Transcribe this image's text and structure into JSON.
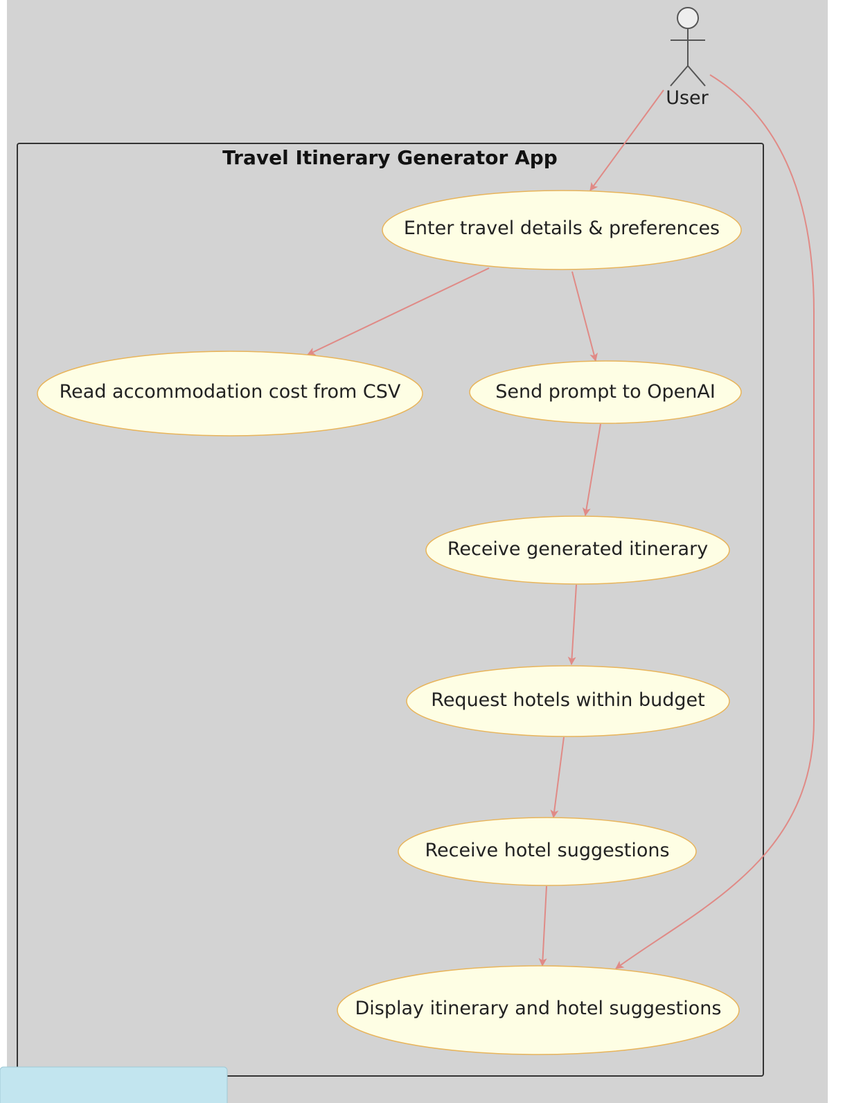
{
  "diagram": {
    "type": "use-case",
    "colors": {
      "background": "#d3d3d3",
      "usecase_fill": "#fefee4",
      "usecase_border": "#e8b45a",
      "arrow": "#e08a86",
      "boundary_border": "#333333",
      "actor_fill": "#eeeeee",
      "panel_tab": "#c2e5ef"
    },
    "actor": {
      "name": "User",
      "icon": "stick-figure-actor-icon"
    },
    "system": {
      "title": "Travel Itinerary Generator App"
    },
    "use_cases": [
      {
        "id": "enter",
        "label": "Enter travel details & preferences"
      },
      {
        "id": "read_csv",
        "label": "Read accommodation cost from CSV"
      },
      {
        "id": "send_prompt",
        "label": "Send prompt to OpenAI"
      },
      {
        "id": "receive_itinerary",
        "label": "Receive generated itinerary"
      },
      {
        "id": "request_hotels",
        "label": "Request hotels within budget"
      },
      {
        "id": "receive_hotels",
        "label": "Receive hotel suggestions"
      },
      {
        "id": "display",
        "label": "Display itinerary and hotel suggestions"
      }
    ],
    "relations": [
      {
        "from": "actor",
        "to": "enter"
      },
      {
        "from": "enter",
        "to": "read_csv"
      },
      {
        "from": "enter",
        "to": "send_prompt"
      },
      {
        "from": "send_prompt",
        "to": "receive_itinerary"
      },
      {
        "from": "receive_itinerary",
        "to": "request_hotels"
      },
      {
        "from": "request_hotels",
        "to": "receive_hotels"
      },
      {
        "from": "receive_hotels",
        "to": "display"
      },
      {
        "from": "actor",
        "to": "display"
      }
    ]
  }
}
